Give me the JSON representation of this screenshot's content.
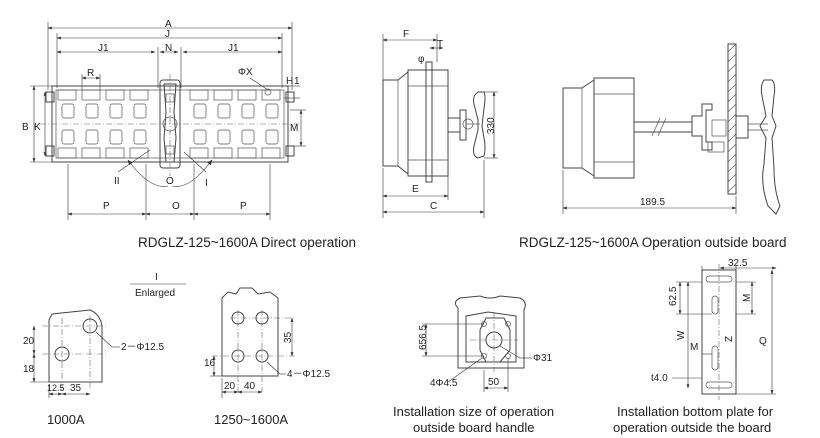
{
  "captions": {
    "direct_operation": "RDGLZ-125~1600A Direct operation",
    "outside_operation": "RDGLZ-125~1600A Operation outside board",
    "terminal_1000": "1000A",
    "terminal_1250": "1250~1600A",
    "handle_title_1": "Installation size of operation",
    "handle_title_2": "outside board handle",
    "plate_title_1": "Installation bottom plate for",
    "plate_title_2": "operation outside the board"
  },
  "front_view": {
    "A": "A",
    "J": "J",
    "J1_left": "J1",
    "N": "N",
    "J1_right": "J1",
    "R": "R",
    "phiX": "ΦX",
    "H": "H",
    "dim_1": "1",
    "B": "B",
    "K": "K",
    "M": "M",
    "pos_II": "II",
    "pos_O": "O",
    "pos_I": "I",
    "P_left": "P",
    "P_right": "P",
    "O_dim": "O"
  },
  "side_view": {
    "F": "F",
    "T": "T",
    "phi": "φ",
    "d330": "330",
    "E": "E",
    "C": "C"
  },
  "board_view": {
    "d189_5": "189.5"
  },
  "detail": {
    "marker": "I",
    "enlarged": "Enlarged"
  },
  "term_1000": {
    "d20": "20",
    "d18": "18",
    "d12_5": "12.5",
    "d35": "35",
    "hole": "2－Φ12.5"
  },
  "term_1250": {
    "d35": "35",
    "d16": "16",
    "d20": "20",
    "d40": "40",
    "hole": "4－Φ12.5"
  },
  "handle": {
    "d656_5": "656.5",
    "d31": "Φ31",
    "holes": "4Φ4.5",
    "d50": "50"
  },
  "plate": {
    "d32_5": "32.5",
    "d62_5": "62.5",
    "M_top": "M",
    "W": "W",
    "Z": "Z",
    "Q": "Q",
    "M_bottom": "M",
    "t4": "t4.0"
  }
}
